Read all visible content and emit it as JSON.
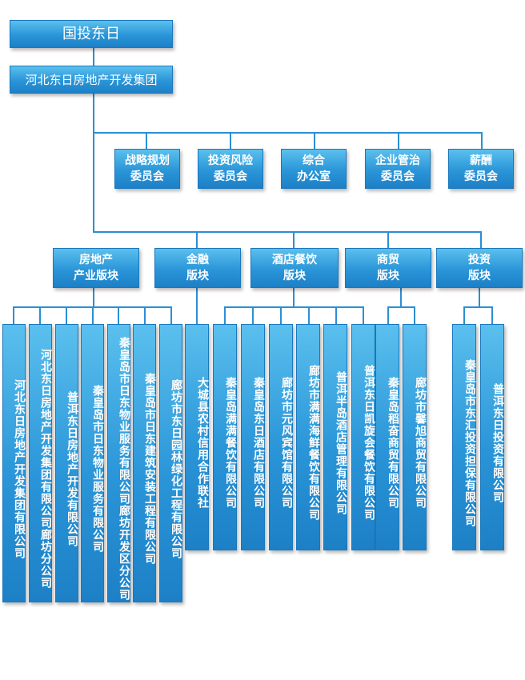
{
  "root": {
    "label": "国投东日"
  },
  "group": {
    "label": "河北东日房地产开发集团"
  },
  "committees": [
    {
      "line1": "战略规划",
      "line2": "委员会"
    },
    {
      "line1": "投资风险",
      "line2": "委员会"
    },
    {
      "line1": "综合",
      "line2": "办公室"
    },
    {
      "line1": "企业管治",
      "line2": "委员会"
    },
    {
      "line1": "薪酬",
      "line2": "委员会"
    }
  ],
  "segments": [
    {
      "line1": "房地产",
      "line2": "产业版块"
    },
    {
      "line1": "金融",
      "line2": "版块"
    },
    {
      "line1": "酒店餐饮",
      "line2": "版块"
    },
    {
      "line1": "商贸",
      "line2": "版块"
    },
    {
      "line1": "投资",
      "line2": "版块"
    }
  ],
  "companies": [
    "河北东日房地产开发集团有限公司",
    "河北东日房地产开发集团有限公司廊坊分公司",
    "普洱东日房地产开发有限公司",
    "秦皇岛市日东物业服务有限公司",
    "秦皇岛市日东物业服务有限公司廊坊开发区分公司",
    "秦皇岛市日东建筑安装工程有限公司",
    "廊坊市东日园林绿化工程有限公司",
    "大城县农村信用合作联社",
    "秦皇岛满满餐饮有限公司",
    "秦皇岛东日酒店有限公司",
    "廊坊市元风宾馆有限公司",
    "廊坊市满满海鲜餐饮有限公司",
    "普洱半岛酒店管理有限公司",
    "普洱东日凯旋会餐饮有限公司",
    "秦皇岛稻奋商贸有限公司",
    "廊坊市馨旭商贸有限公司",
    "秦皇岛市东汇投资担保有限公司",
    "普洱东日投资有限公司"
  ]
}
